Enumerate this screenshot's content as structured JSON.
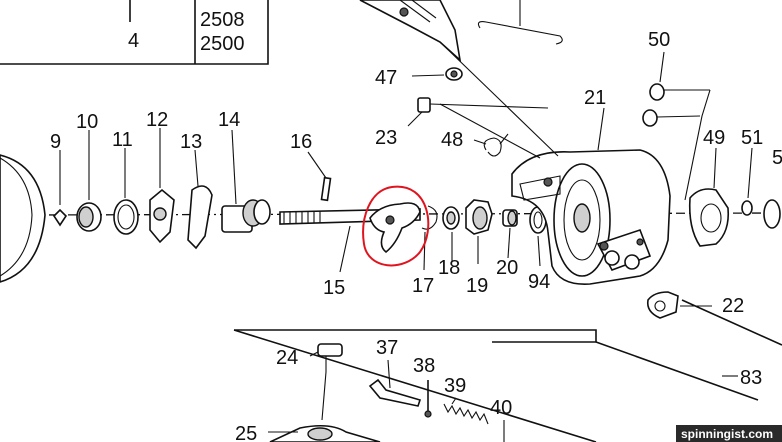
{
  "labels": {
    "p4": "4",
    "p2508": "2508",
    "p2500": "2500",
    "p9": "9",
    "p10": "10",
    "p11": "11",
    "p12": "12",
    "p13": "13",
    "p14": "14",
    "p15": "15",
    "p16": "16",
    "p17": "17",
    "p18": "18",
    "p19": "19",
    "p20": "20",
    "p21": "21",
    "p22": "22",
    "p23": "23",
    "p24": "24",
    "p25": "25",
    "p37": "37",
    "p38": "38",
    "p39": "39",
    "p40": "40",
    "p47": "47",
    "p48": "48",
    "p49": "49",
    "p50": "50",
    "p51": "51",
    "p5x": "5",
    "p83": "83",
    "p94": "94"
  },
  "watermark": "spinningist.com",
  "colors": {
    "ink": "#111111",
    "highlight": "#e0141e",
    "paper": "#ffffff"
  }
}
